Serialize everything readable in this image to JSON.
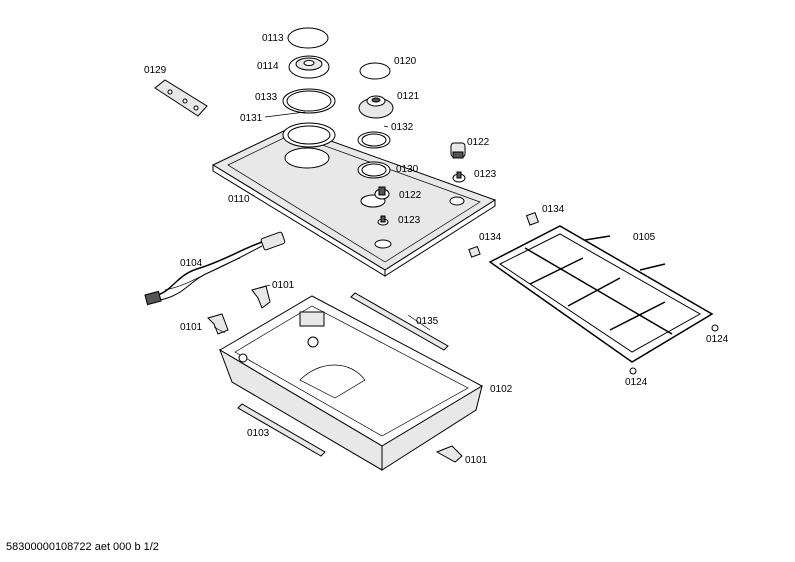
{
  "labels": {
    "p0113": "0113",
    "p0114": "0114",
    "p0120": "0120",
    "p0121": "0121",
    "p0129": "0129",
    "p0133": "0133",
    "p0131": "0131",
    "p0132": "0132",
    "p0122a": "0122",
    "p0130": "0130",
    "p0123a": "0123",
    "p0110": "0110",
    "p0122b": "0122",
    "p0123b": "0123",
    "p0134a": "0134",
    "p0134b": "0134",
    "p0105": "0105",
    "p0104": "0104",
    "p0101a": "0101",
    "p0101b": "0101",
    "p0135": "0135",
    "p0124a": "0124",
    "p0124b": "0124",
    "p0102": "0102",
    "p0103": "0103",
    "p0101c": "0101"
  },
  "footer": "58300000108722 aet 000 b 1/2"
}
